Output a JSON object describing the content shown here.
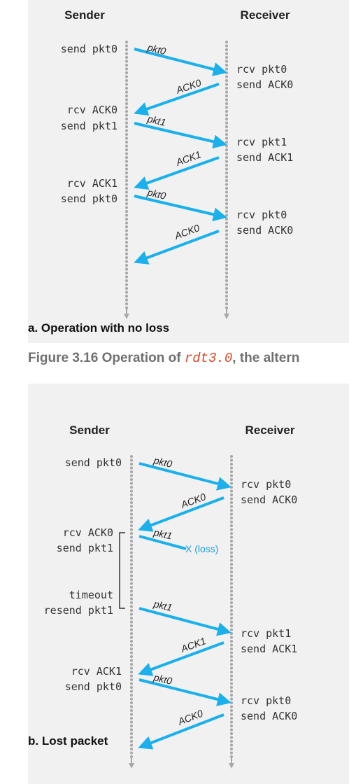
{
  "caption": {
    "prefix": "Figure 3.16 Operation of ",
    "code": "rdt3.0",
    "suffix": ", the altern"
  },
  "colors": {
    "arrow": "#1ab0ec",
    "timeline": "#a8a8a8",
    "background": "#f1f1f1"
  },
  "panel_a": {
    "sender_title": "Sender",
    "receiver_title": "Receiver",
    "subtitle": "a. Operation with no loss",
    "sender_labels": [
      "send pkt0",
      "rcv ACK0",
      "send pkt1",
      "rcv ACK1",
      "send pkt0"
    ],
    "receiver_labels": [
      "rcv pkt0",
      "send ACK0",
      "rcv pkt1",
      "send ACK1",
      "rcv pkt0",
      "send ACK0"
    ],
    "messages": [
      "pkt0",
      "ACK0",
      "pkt1",
      "ACK1",
      "pkt0",
      "ACK0"
    ]
  },
  "panel_b": {
    "sender_title": "Sender",
    "receiver_title": "Receiver",
    "subtitle": "b. Lost packet",
    "sender_labels": [
      "send pkt0",
      "rcv ACK0",
      "send pkt1",
      "timeout",
      "resend pkt1",
      "rcv ACK1",
      "send pkt0"
    ],
    "receiver_labels": [
      "rcv pkt0",
      "send ACK0",
      "rcv pkt1",
      "send ACK1",
      "rcv pkt0",
      "send ACK0"
    ],
    "messages": [
      "pkt0",
      "ACK0",
      "pkt1",
      "pkt1",
      "ACK1",
      "pkt0",
      "ACK0"
    ],
    "loss_label": "X (loss)"
  }
}
